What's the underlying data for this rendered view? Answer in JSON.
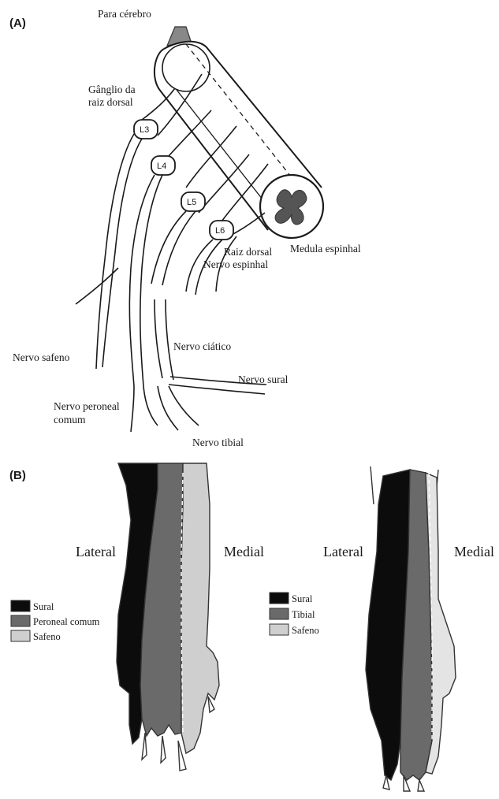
{
  "panel_a": {
    "letter": "(A)",
    "labels": {
      "para_cerebro": "Para cérebro",
      "ganglio_line1": "Gânglio da",
      "ganglio_line2": "raiz dorsal",
      "medula": "Medula espinhal",
      "raiz_dorsal": "Raiz dorsal",
      "nervo_espinhal": "Nervo espinhal",
      "nervo_safeno": "Nervo safeno",
      "nervo_ciatico": "Nervo ciático",
      "nervo_sural": "Nervo sural",
      "peroneal_line1": "Nervo peroneal",
      "peroneal_line2": "comum",
      "nervo_tibial": "Nervo tibial"
    },
    "segments": [
      "L3",
      "L4",
      "L5",
      "L6"
    ]
  },
  "panel_b": {
    "letter": "(B)",
    "left_limb": {
      "lateral": "Lateral",
      "medial": "Medial",
      "legend": [
        {
          "label": "Sural",
          "color": "#0c0c0c"
        },
        {
          "label": "Peroneal comum",
          "color": "#6a6a6a"
        },
        {
          "label": "Safeno",
          "color": "#cfcfcf"
        }
      ]
    },
    "right_limb": {
      "lateral": "Lateral",
      "medial": "Medial",
      "legend": [
        {
          "label": "Sural",
          "color": "#0c0c0c"
        },
        {
          "label": "Tibial",
          "color": "#6a6a6a"
        },
        {
          "label": "Safeno",
          "color": "#cfcfcf"
        }
      ]
    }
  }
}
